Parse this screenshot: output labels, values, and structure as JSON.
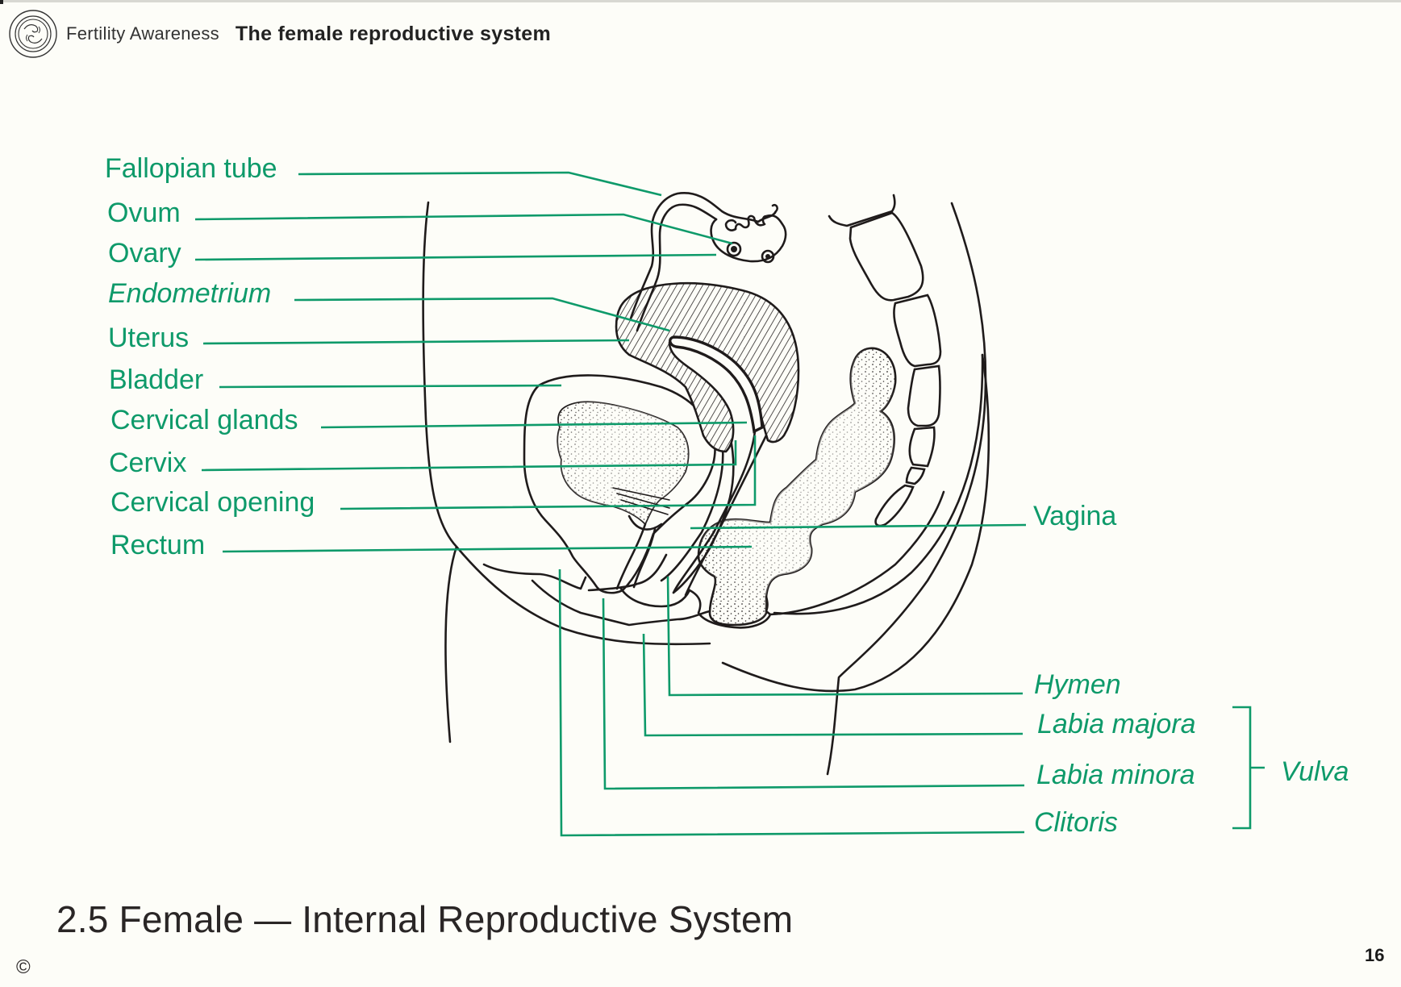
{
  "header": {
    "brand": "Fertility Awareness",
    "section_title": "The female reproductive system",
    "logo_icon": "circular-emblem-icon"
  },
  "figure": {
    "caption": "2.5 Female — Internal Reproductive System",
    "left_labels": [
      {
        "text": "Fallopian tube",
        "italic": false
      },
      {
        "text": "Ovum",
        "italic": false
      },
      {
        "text": "Ovary",
        "italic": false
      },
      {
        "text": "Endometrium",
        "italic": true
      },
      {
        "text": "Uterus",
        "italic": false
      },
      {
        "text": "Bladder",
        "italic": false
      },
      {
        "text": "Cervical glands",
        "italic": false
      },
      {
        "text": "Cervix",
        "italic": false
      },
      {
        "text": "Cervical opening",
        "italic": false
      },
      {
        "text": "Rectum",
        "italic": false
      }
    ],
    "right_labels": [
      {
        "text": "Vagina",
        "italic": false
      },
      {
        "text": "Hymen",
        "italic": true
      },
      {
        "text": "Labia majora",
        "italic": true
      },
      {
        "text": "Labia minora",
        "italic": true
      },
      {
        "text": "Clitoris",
        "italic": true
      }
    ],
    "group_label": {
      "text": "Vulva",
      "italic": true,
      "groups": [
        "Labia majora",
        "Labia minora",
        "Clitoris"
      ]
    },
    "label_color": "#0e9a6a",
    "line_color": "#1f1b1b"
  },
  "footer": {
    "copyright": "©",
    "page_number": "16"
  }
}
